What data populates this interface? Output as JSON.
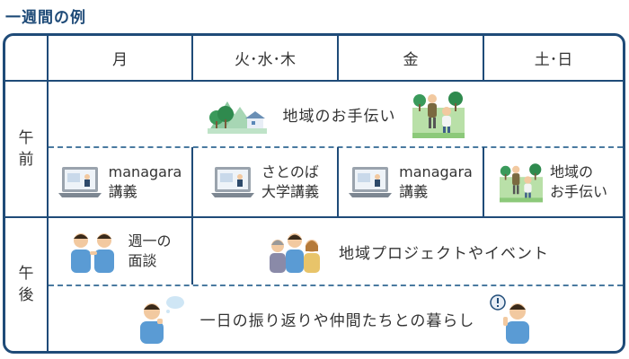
{
  "title": "一週間の例",
  "days": [
    "月",
    "火･水･木",
    "金",
    "土･日"
  ],
  "periods": {
    "morning": [
      "午",
      "前"
    ],
    "afternoon": [
      "午",
      "後"
    ]
  },
  "morning_top": {
    "label": "地域のお手伝い",
    "icon": "farm-landscape-icon"
  },
  "morning_cells": [
    {
      "lines": [
        "managara",
        "講義"
      ],
      "icon": "laptop-lecture-icon"
    },
    {
      "lines": [
        "さとのば",
        "大学講義"
      ],
      "icon": "laptop-lecture-icon"
    },
    {
      "lines": [
        "managara",
        "講義"
      ],
      "icon": "laptop-lecture-icon"
    },
    {
      "lines": [
        "地域の",
        "お手伝い"
      ],
      "icon": "farm-landscape-icon"
    }
  ],
  "afternoon_interview": {
    "lines": [
      "週一の",
      "面談"
    ],
    "icon": "two-people-talking-icon"
  },
  "afternoon_project": {
    "label": "地域プロジェクトやイベント",
    "icon": "group-of-people-icon"
  },
  "afternoon_bottom": {
    "label": "一日の振り返りや仲間たちとの暮らし",
    "icons": [
      "person-thinking-icon",
      "person-exclamation-icon"
    ]
  },
  "colors": {
    "frame": "#1f4b78",
    "title": "#1f4b78",
    "dashed": "#4a7aa0"
  }
}
